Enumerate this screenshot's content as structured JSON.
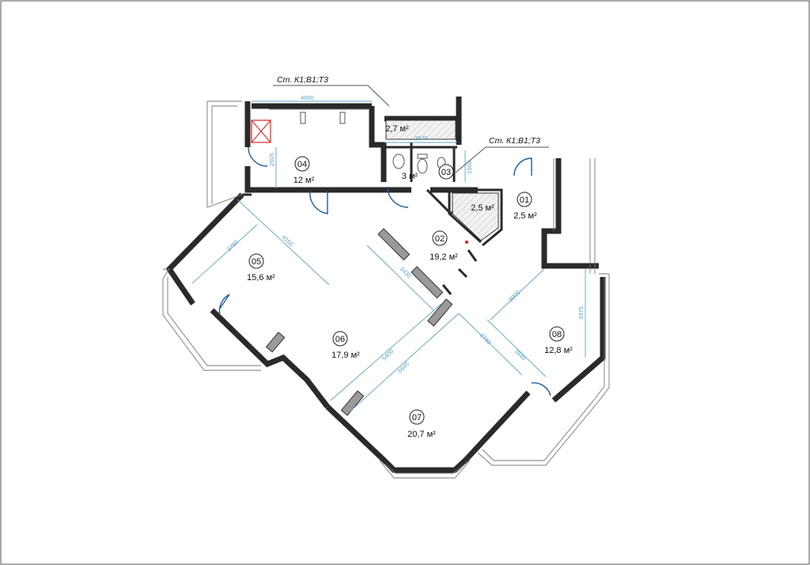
{
  "notes": [
    "Ст. К1;В1;Т3",
    "Ст. К1;В1;Т3"
  ],
  "rooms": [
    {
      "num": "01",
      "area": "2,5 м²"
    },
    {
      "num": "02",
      "area": "19,2 м²"
    },
    {
      "num": "03",
      "area": "3 м²"
    },
    {
      "num": "",
      "area": "2,5 м²"
    },
    {
      "num": "",
      "area": "2,7 м²"
    },
    {
      "num": "04",
      "area": "12 м²"
    },
    {
      "num": "05",
      "area": "15,6 м²"
    },
    {
      "num": "06",
      "area": "17,9 м²"
    },
    {
      "num": "07",
      "area": "20,7 м²"
    },
    {
      "num": "08",
      "area": "12,8 м²"
    }
  ],
  "dimensions": [
    "4050",
    "2540",
    "2505",
    "1500",
    "3750",
    "4160",
    "3430",
    "5400",
    "5645",
    "3740",
    "3840",
    "3000",
    "3375"
  ],
  "colors": {
    "walls": "#2a2a2a",
    "dimensions": "#5ea3c4",
    "doors": "#1f5f9a",
    "columns": "#9a9a9a",
    "marker": "#e02020"
  }
}
